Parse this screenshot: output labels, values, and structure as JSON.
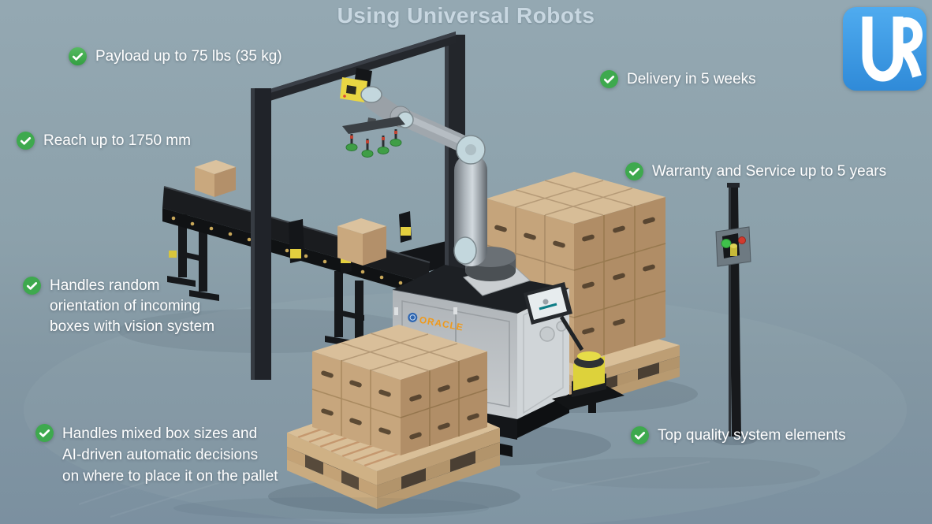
{
  "title": "Using Universal Robots",
  "logo": {
    "text": "UR",
    "background_color": "#3f9fe8"
  },
  "colors": {
    "check_green": "#3ea94e",
    "feature_text": "#ffffff",
    "title_text": "#c8d7e1",
    "background_top": "#94a8b2",
    "background_bottom": "#7b90a0",
    "cardboard": "#c7a67d",
    "robot_gray": "#a0a7ad",
    "joint_cap_blue": "#c3d7dd"
  },
  "features": [
    {
      "label": "Payload up to 75 lbs (35 kg)"
    },
    {
      "label": "Delivery in 5 weeks"
    },
    {
      "label": "Reach up to 1750 mm"
    },
    {
      "label": "Warranty and Service up to 5 years"
    },
    {
      "label": "Handles random\norientation of incoming\nboxes with vision system"
    },
    {
      "label": "Handles mixed box sizes and\nAI-driven automatic decisions\non where to place it on the pallet"
    },
    {
      "label": "Top quality system elements"
    }
  ],
  "scene": {
    "machine_brand": "ORACLE",
    "elements": [
      "robot-arm",
      "vacuum-gripper",
      "vision-camera",
      "gantry-frame",
      "conveyor",
      "cardboard-boxes",
      "palletizer-cabinet",
      "teach-pendant",
      "safety-laser-scanner",
      "wooden-pallets",
      "box-stacks",
      "signal-pole-with-buttons"
    ]
  }
}
